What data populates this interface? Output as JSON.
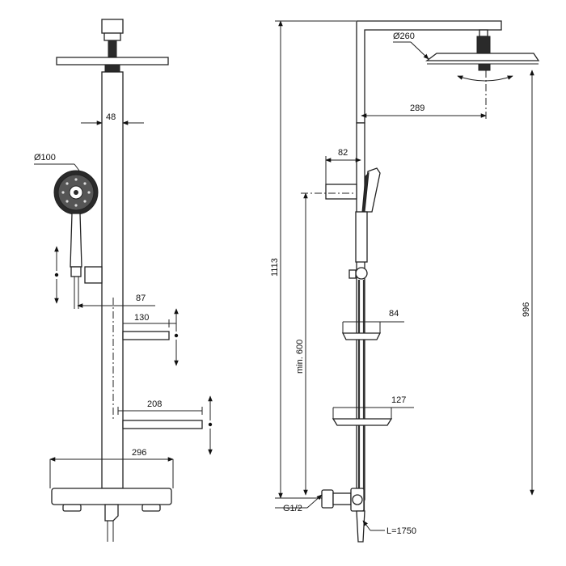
{
  "front_view": {
    "rail_width": "48",
    "hand_shower_diameter": "Ø100",
    "holder_offset": "87",
    "shelf_small_width": "130",
    "shelf_large_width": "208",
    "mixer_width": "296"
  },
  "side_view": {
    "head_diameter": "Ø260",
    "arm_reach": "289",
    "holder_projection": "82",
    "shelf_small_depth": "84",
    "shelf_large_depth": "127",
    "total_height": "1113",
    "head_height": "996",
    "min_height": "min. 600",
    "connection_thread": "G1/2",
    "hose_length": "L=1750"
  }
}
